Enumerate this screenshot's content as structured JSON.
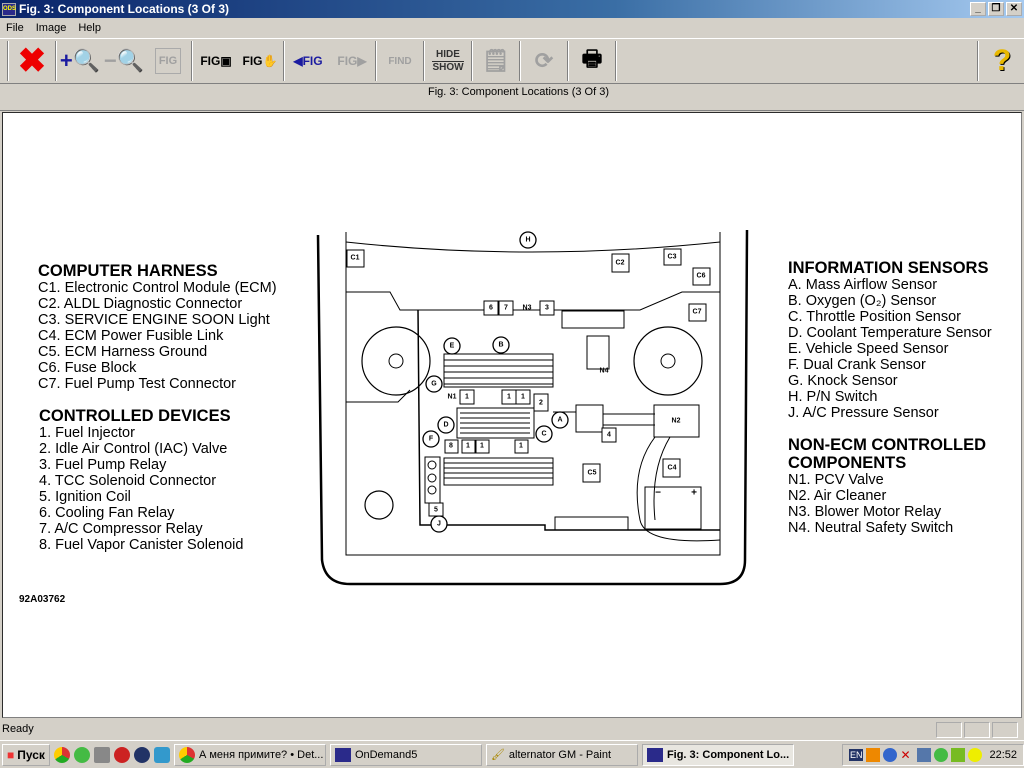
{
  "window": {
    "title": "Fig. 3: Component Locations (3 Of 3)",
    "app_icon": "ODS"
  },
  "menu": [
    "File",
    "Image",
    "Help"
  ],
  "toolbar": {
    "buttons": [
      {
        "name": "close",
        "icon": "red-x-icon"
      },
      {
        "name": "zoom-in",
        "icon": "zoom-in-icon"
      },
      {
        "name": "zoom-out",
        "icon": "zoom-out-icon"
      },
      {
        "name": "fit",
        "icon": "fig-icon"
      },
      {
        "name": "fig-window",
        "icon": "fig-window-icon"
      },
      {
        "name": "fig-pan",
        "icon": "fig-hand-icon"
      },
      {
        "name": "prev-fig",
        "icon": "fig-back-icon"
      },
      {
        "name": "next-fig",
        "icon": "fig-forward-icon"
      },
      {
        "name": "find",
        "icon": "find-icon"
      },
      {
        "name": "hide-show",
        "icon": "hide-show-icon"
      },
      {
        "name": "note",
        "icon": "note-icon"
      },
      {
        "name": "refresh",
        "icon": "refresh-icon"
      },
      {
        "name": "print",
        "icon": "printer-icon"
      },
      {
        "name": "help",
        "icon": "help-icon"
      }
    ],
    "hide_label": "HIDE",
    "show_label": "SHOW",
    "find_label": "FIND"
  },
  "caption": "Fig. 3: Component Locations (3 Of 3)",
  "legend_left": {
    "computer_harness": {
      "title": "COMPUTER HARNESS",
      "items": [
        "C1. Electronic Control Module (ECM)",
        "C2. ALDL Diagnostic Connector",
        "C3. SERVICE ENGINE SOON Light",
        "C4. ECM Power Fusible Link",
        "C5. ECM Harness Ground",
        "C6. Fuse Block",
        "C7. Fuel Pump Test Connector"
      ]
    },
    "controlled_devices": {
      "title": "CONTROLLED DEVICES",
      "items": [
        "1. Fuel Injector",
        "2. Idle Air Control (IAC) Valve",
        "3. Fuel Pump Relay",
        "4. TCC Solenoid Connector",
        "5. Ignition Coil",
        "6. Cooling Fan Relay",
        "7. A/C Compressor Relay",
        "8. Fuel Vapor Canister Solenoid"
      ]
    }
  },
  "legend_right": {
    "information_sensors": {
      "title": "INFORMATION SENSORS",
      "items": [
        "A. Mass Airflow Sensor",
        "B. Oxygen (O₂) Sensor",
        "C. Throttle Position Sensor",
        "D. Coolant Temperature Sensor",
        "E. Vehicle Speed Sensor",
        "F. Dual Crank Sensor",
        "G. Knock Sensor",
        "H. P/N Switch",
        "J. A/C Pressure Sensor"
      ]
    },
    "non_ecm": {
      "title_line1": "NON-ECM CONTROLLED",
      "title_line2": "COMPONENTS",
      "items": [
        "N1. PCV Valve",
        "N2. Air Cleaner",
        "N3. Blower Motor Relay",
        "N4. Neutral Safety Switch"
      ]
    }
  },
  "figure_id": "92A03762",
  "diagram": {
    "circles": [
      "H",
      "E",
      "B",
      "G",
      "A",
      "C",
      "D",
      "F",
      "J"
    ],
    "boxes": [
      "C1",
      "C2",
      "C3",
      "C6",
      "C7",
      "6",
      "7",
      "3",
      "1",
      "1",
      "1",
      "2",
      "8",
      "1",
      "1",
      "1",
      "4",
      "C5",
      "C4",
      "5"
    ],
    "texts": [
      "N3",
      "N1",
      "N4",
      "N2"
    ],
    "battery": [
      "−",
      "+"
    ]
  },
  "status": "Ready",
  "taskbar": {
    "start": "Пуск",
    "tasks": [
      "А меня примите? • Det...",
      "OnDemand5",
      "alternator GM - Paint",
      "Fig. 3: Component Lo..."
    ],
    "lang": "EN",
    "clock": "22:52"
  }
}
